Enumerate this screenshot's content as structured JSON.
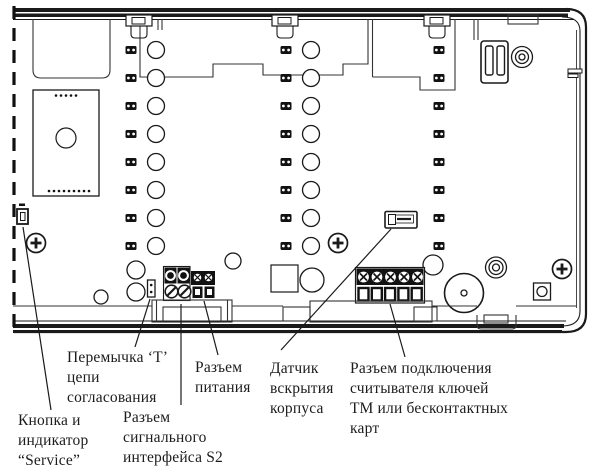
{
  "diagram": {
    "kind": "device-internal-layout",
    "labels": {
      "jumper": {
        "text": "Перемычка ‘Т’\nцепи\nсогласования"
      },
      "power": {
        "text": "Разъем\nпитания"
      },
      "tamper": {
        "text": "Датчик\nвскрытия\nкорпуса"
      },
      "reader": {
        "text": "Разъем подключения\nсчитывателя ключей\nТМ или бесконтактных\nкарт"
      },
      "service": {
        "text": "Кнопка и\nиндикатор\n“Service”"
      },
      "signal": {
        "text": "Разъем\nсигнального\nинтерфейса S2"
      }
    },
    "colors": {
      "line": "#1a1a1a",
      "component_fill": "#111111",
      "background": "#ffffff"
    }
  }
}
